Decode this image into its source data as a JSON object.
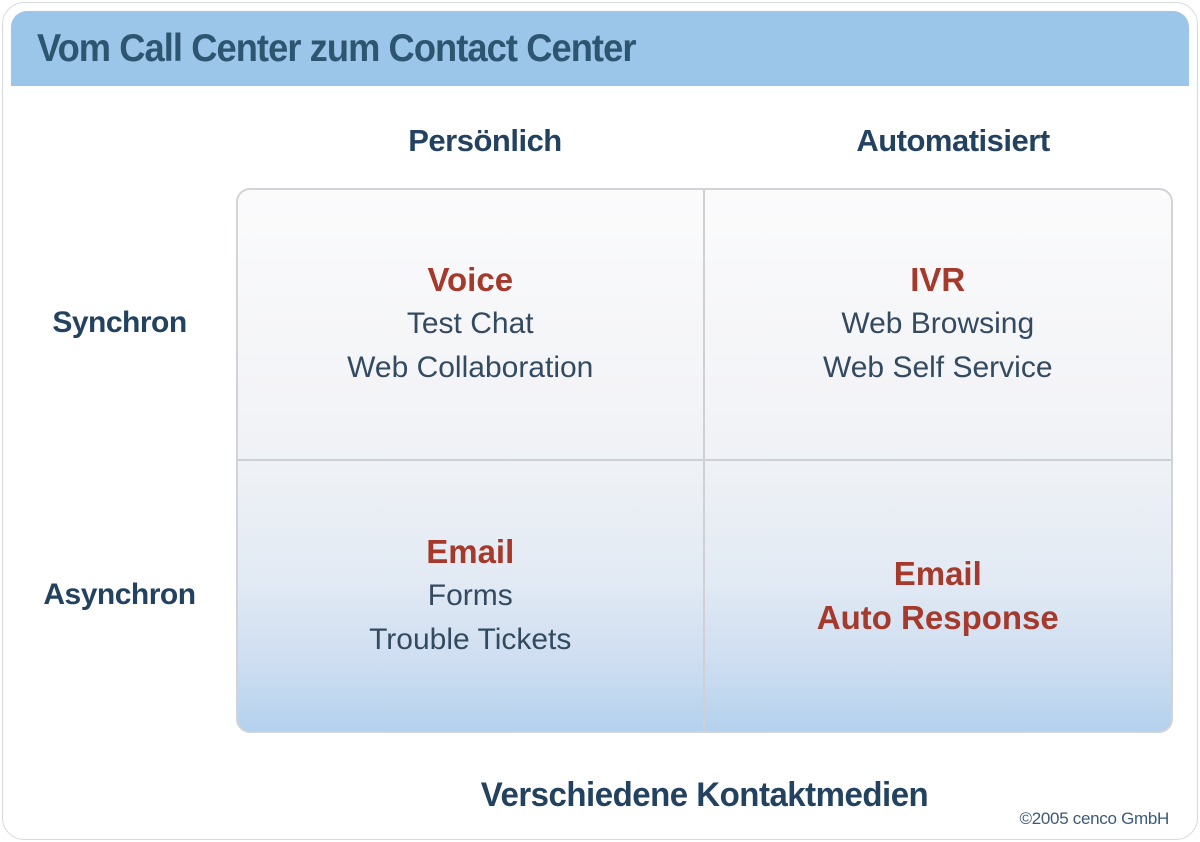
{
  "page": {
    "title": "Vom Call Center zum Contact Center",
    "footer_caption": "Verschiedene Kontaktmedien",
    "copyright": "©2005 cenco GmbH"
  },
  "matrix": {
    "columns": [
      "Persönlich",
      "Automatisiert"
    ],
    "rows": [
      "Synchron",
      "Asynchron"
    ],
    "cells": [
      {
        "row": "Synchron",
        "column": "Persönlich",
        "heading": "Voice",
        "items": [
          "Test Chat",
          "Web Collaboration"
        ]
      },
      {
        "row": "Synchron",
        "column": "Automatisiert",
        "heading": "IVR",
        "items": [
          "Web Browsing",
          "Web Self Service"
        ]
      },
      {
        "row": "Asynchron",
        "column": "Persönlich",
        "heading": "Email",
        "items": [
          "Forms",
          "Trouble Tickets"
        ]
      },
      {
        "row": "Asynchron",
        "column": "Automatisiert",
        "heading_lines": [
          "Email",
          "Auto Response"
        ],
        "items": []
      }
    ]
  },
  "colors": {
    "header_bar": "#9cc6e9",
    "title_text": "#2d5570",
    "label_text": "#234260",
    "body_text": "#334a61",
    "heading_red": "#a5392b",
    "grid_border": "#d2d3d6",
    "gradient_top": "#fbfbfc",
    "gradient_bottom": "#b3d1ed"
  }
}
